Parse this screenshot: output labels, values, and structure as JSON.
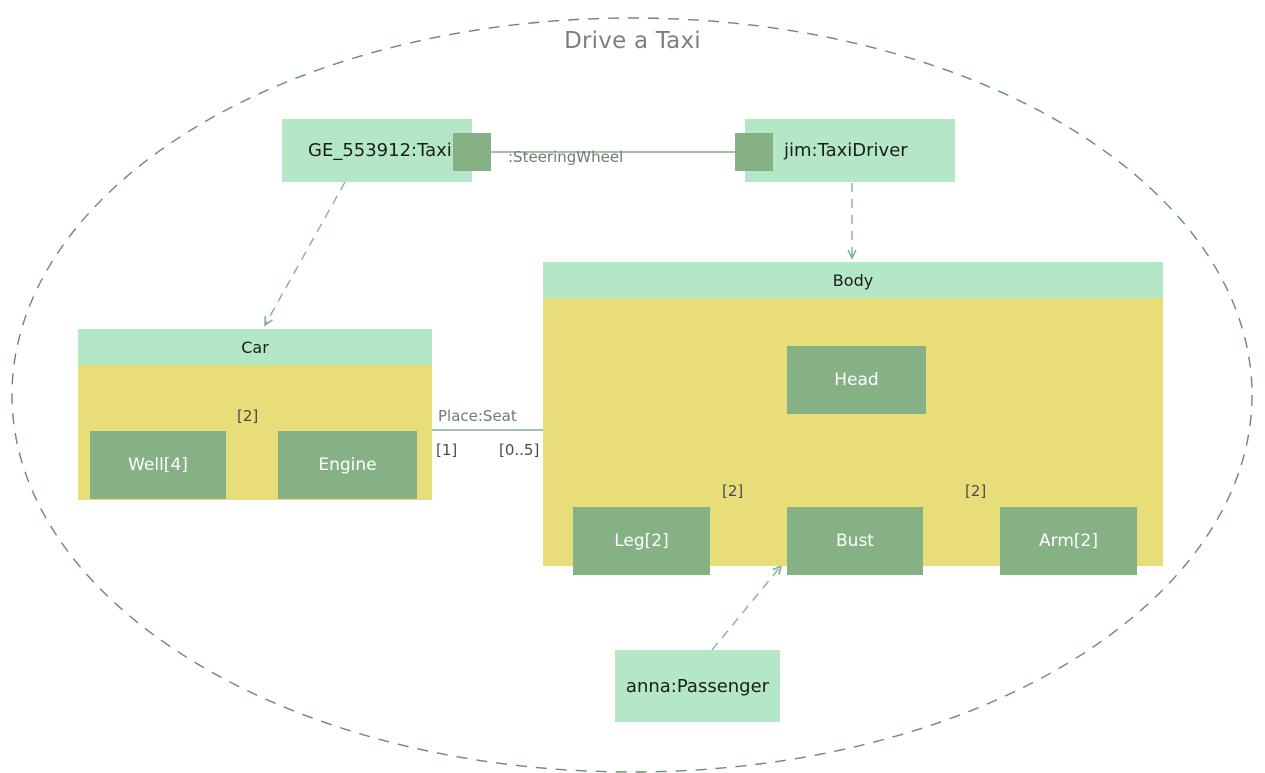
{
  "diagram": {
    "title": "Drive a Taxi",
    "type": "uml-composite-structure",
    "boundary_shape": "ellipse-dashed"
  },
  "colors": {
    "instance_fill": "#b4e7c6",
    "block_header_fill": "#b4e7c6",
    "block_body_fill": "#e7dd79",
    "part_fill": "#85b185",
    "part_text": "#ffffff",
    "edge_line": "#6f9e6f",
    "boundary_stroke": "#6b8a70",
    "title_text": "#7f7f7f",
    "label_text": "#1c1c1c",
    "note_text": "#4a4a4a"
  },
  "instances": [
    {
      "id": "taxi",
      "label": "GE_553912:Taxi"
    },
    {
      "id": "driver",
      "label": "jim:TaxiDriver"
    },
    {
      "id": "passenger",
      "label": "anna:Passenger"
    }
  ],
  "ports": [
    {
      "id": "taxi-port",
      "owner": "GE_553912:Taxi"
    },
    {
      "id": "driver-port",
      "owner": "jim:TaxiDriver"
    }
  ],
  "blocks": [
    {
      "id": "car",
      "header": "Car",
      "parts": [
        {
          "id": "well",
          "label": "Well[4]"
        },
        {
          "id": "engine",
          "label": "Engine"
        }
      ]
    },
    {
      "id": "body",
      "header": "Body",
      "parts": [
        {
          "id": "head",
          "label": "Head"
        },
        {
          "id": "leg",
          "label": "Leg[2]"
        },
        {
          "id": "bust",
          "label": "Bust"
        },
        {
          "id": "arm",
          "label": "Arm[2]"
        }
      ]
    }
  ],
  "connectors": [
    {
      "id": "steering",
      "label": ":SteeringWheel",
      "from": "GE_553912:Taxi",
      "to": "jim:TaxiDriver",
      "style": "solid"
    },
    {
      "id": "well-engine",
      "label": "[2]",
      "from": "Well[4]",
      "to": "Engine",
      "style": "solid"
    },
    {
      "id": "seat",
      "label": "Place:Seat",
      "from": "Car",
      "to": "Body",
      "style": "solid",
      "source_multiplicity": "[1]",
      "target_multiplicity": "[0..5]"
    },
    {
      "id": "leg-bust",
      "label": "[2]",
      "from": "Leg[2]",
      "to": "Bust",
      "style": "solid"
    },
    {
      "id": "bust-arm",
      "label": "[2]",
      "from": "Bust",
      "to": "Arm[2]",
      "style": "solid"
    },
    {
      "id": "head-bust",
      "label": "",
      "from": "Head",
      "to": "Bust",
      "style": "solid"
    },
    {
      "id": "taxi-car",
      "label": "",
      "from": "GE_553912:Taxi",
      "to": "Car",
      "style": "dashed-arrow"
    },
    {
      "id": "driver-body",
      "label": "",
      "from": "jim:TaxiDriver",
      "to": "Body",
      "style": "dashed-arrow"
    },
    {
      "id": "pass-body",
      "label": "",
      "from": "anna:Passenger",
      "to": "Body",
      "style": "dashed-arrow"
    }
  ],
  "labels": {
    "steering_wheel": ":SteeringWheel",
    "place_seat": "Place:Seat",
    "mult_one": "[1]",
    "mult_zero_five": "[0..5]",
    "mult_two_a": "[2]",
    "mult_two_b": "[2]",
    "mult_two_c": "[2]"
  }
}
